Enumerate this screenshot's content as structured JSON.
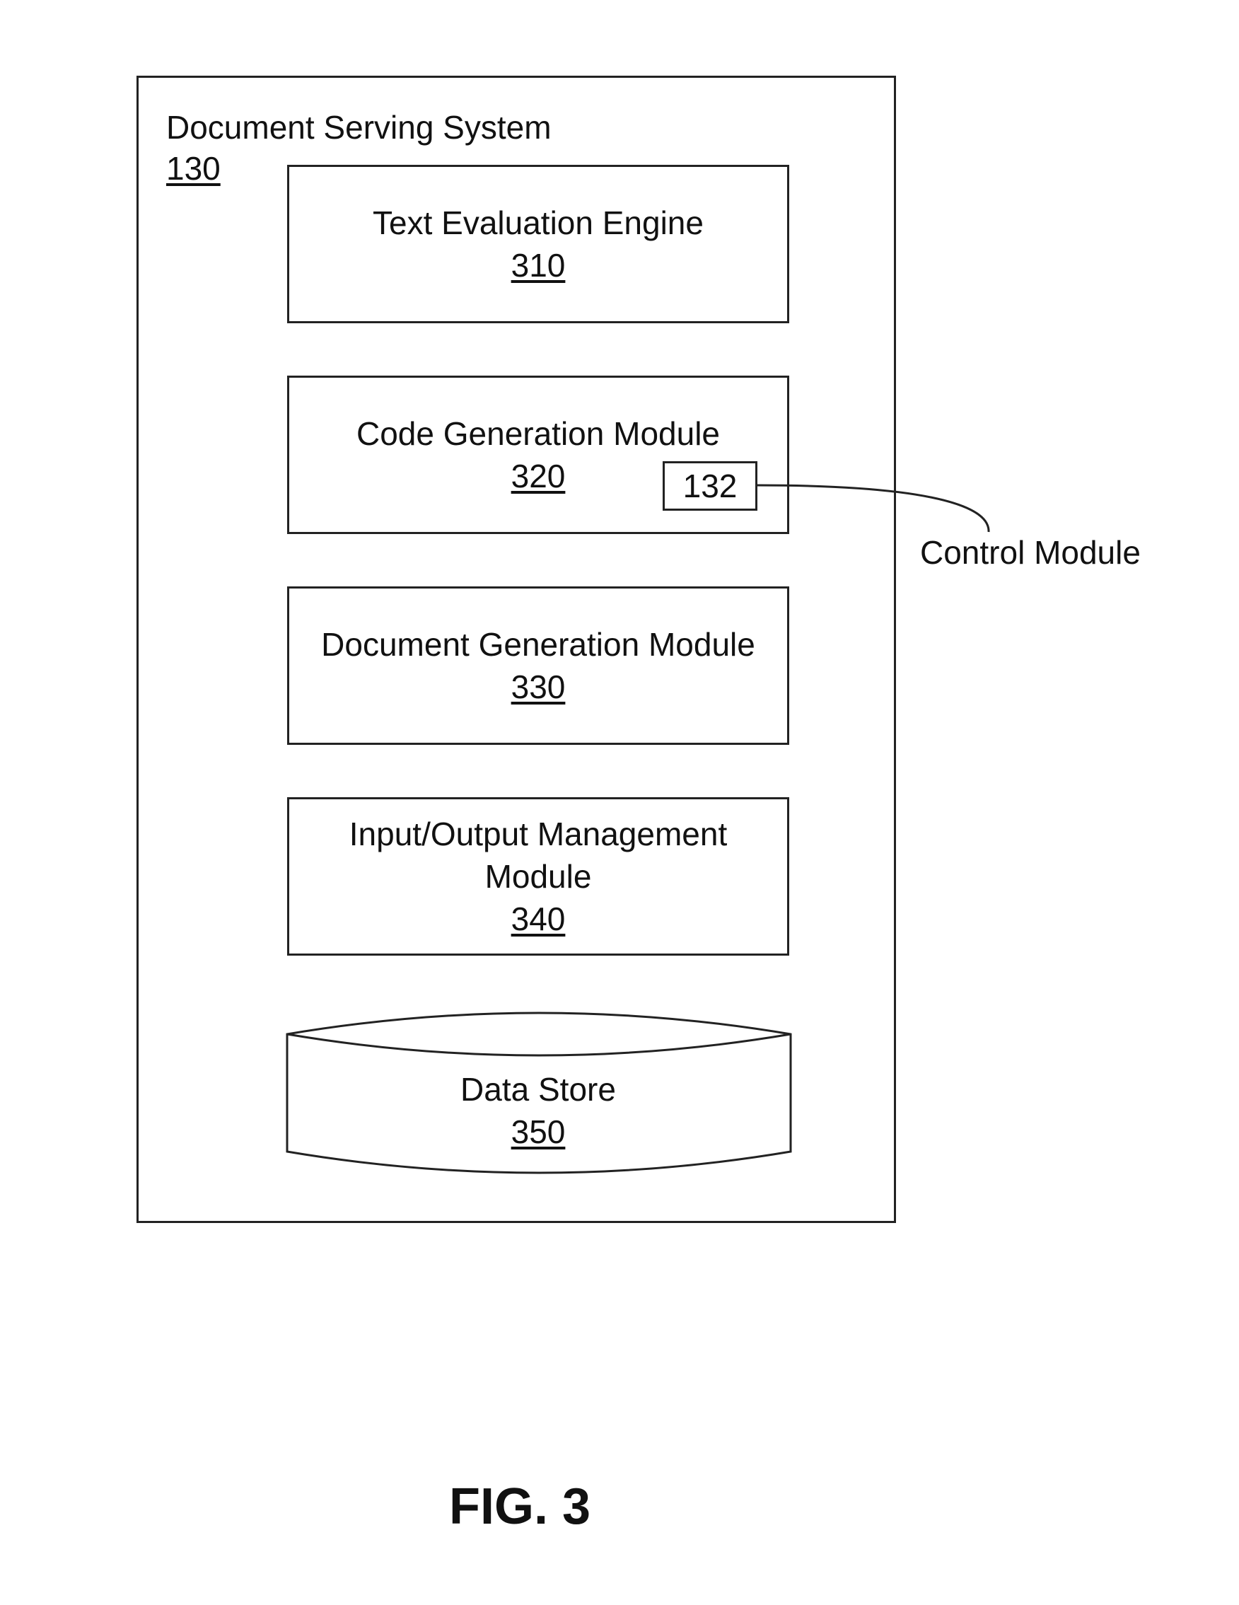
{
  "system": {
    "title": "Document Serving System",
    "ref": "130"
  },
  "modules": [
    {
      "label": "Text Evaluation Engine",
      "ref": "310"
    },
    {
      "label": "Code Generation Module",
      "ref": "320"
    },
    {
      "label": "Document Generation Module",
      "ref": "330"
    },
    {
      "label": "Input/Output Management Module",
      "ref": "340"
    }
  ],
  "control": {
    "ref": "132",
    "label": "Control Module"
  },
  "data_store": {
    "label": "Data Store",
    "ref": "350"
  },
  "figure": {
    "caption": "FIG. 3"
  }
}
